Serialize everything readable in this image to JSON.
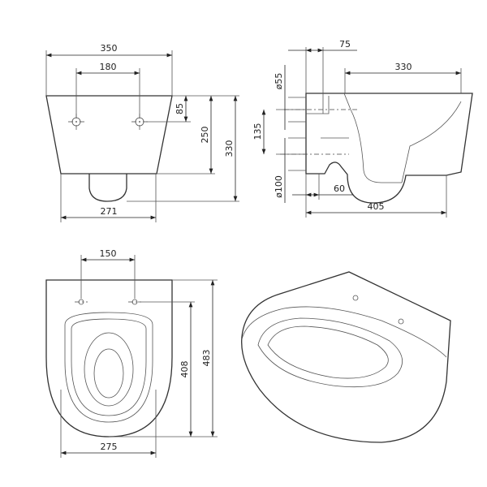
{
  "front_view": {
    "width_total": "350",
    "hole_spacing": "180",
    "hole_height": "85",
    "body_height": "250",
    "total_height": "330",
    "bottom_width": "271"
  },
  "side_view": {
    "outlet_offset": "75",
    "bowl_length": "330",
    "inlet_diameter": "ø55",
    "inlet_outlet_distance": "135",
    "outlet_diameter": "ø100",
    "outlet_depth": "60",
    "total_length": "405"
  },
  "top_view": {
    "hole_spacing": "150",
    "hole_to_front": "408",
    "total_length": "483",
    "width": "275"
  },
  "colors": {
    "line": "#333333",
    "background": "#ffffff"
  }
}
